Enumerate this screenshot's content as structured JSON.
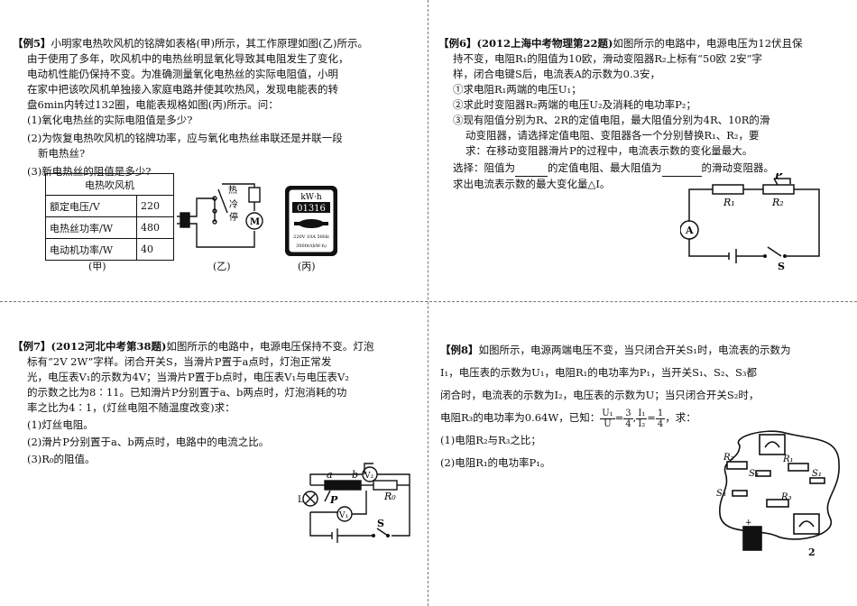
{
  "ex5": {
    "tag": "【例5】",
    "line1": "小明家电热吹风机的铭牌如表格(甲)所示，其工作原理如图(乙)所示。",
    "line2": "由于使用了多年，吹风机中的电热丝明显氧化导致其电阻发生了变化，",
    "line3": "电动机性能仍保持不变。为准确测量氧化电热丝的实际电阻值，小明",
    "line4": "在家中把该吹风机单独接入家庭电路并使其吹热风，发现电能表的转",
    "line5": "盘6min内转过132圈，电能表规格如图(丙)所示。问：",
    "q1": "(1)氧化电热丝的实际电阻值是多少?",
    "q2a": "(2)为恢复电热吹风机的铭牌功率，应与氧化电热丝串联还是并联一段",
    "q2b": "新电热丝?",
    "q3": "(3)新电热丝的阻值是多少?",
    "table": {
      "title": "电热吹风机",
      "rows": [
        {
          "label": "额定电压/V",
          "value": "220"
        },
        {
          "label": "电热丝功率/W",
          "value": "480"
        },
        {
          "label": "电动机功率/W",
          "value": "40"
        }
      ]
    },
    "captions": {
      "jia": "(甲)",
      "yi": "(乙)",
      "bing": "(丙)"
    },
    "circuit_labels": {
      "hot": "热",
      "cold": "冷",
      "stop": "停",
      "motor": "M"
    },
    "meter": {
      "unit": "kW·h",
      "digits": "01316",
      "spec": "220V 10A 50Hz",
      "rate": "3000r/(kW·h)"
    }
  },
  "ex6": {
    "tag": "【例6】",
    "source": "(2012上海中考物理第22题)",
    "line1": "如图所示的电路中，电源电压为12伏且保",
    "line2": "持不变，电阻R₁的阻值为10欧，滑动变阻器R₂上标有“50欧 2安”字",
    "line3": "样，闭合电键S后，电流表A的示数为0.3安，",
    "q1": "①求电阻R₁两端的电压U₁；",
    "q2": "②求此时变阻器R₂两端的电压U₂及消耗的电功率P₂；",
    "q3a": "③现有阻值分别为R、2R的定值电阻，最大阻值分别为4R、10R的滑",
    "q3b": "动变阻器，请选择定值电阻、变阻器各一个分别替换R₁、R₂，要",
    "q3c": "求：在移动变阻器滑片P的过程中，电流表示数的变化量最大。",
    "choose_a": "选择：阻值为",
    "choose_b": "的定值电阻、最大阻值为",
    "choose_c": "的滑动变阻器。",
    "ask": "求出电流表示数的最大变化量△I。",
    "circuit_labels": {
      "p": "P",
      "r1": "R₁",
      "r2": "R₂",
      "ammeter": "A",
      "switch": "S"
    }
  },
  "ex7": {
    "tag": "【例7】",
    "source": "(2012河北中考第38题)",
    "line1": "如图所示的电路中，电源电压保持不变。灯泡",
    "line2": "标有“2V 2W”字样。闭合开关S，当滑片P置于a点时，灯泡正常发",
    "line3": "光，电压表V₁的示数为4V；当滑片P置于b点时，电压表V₁与电压表V₂",
    "line4": "的示数之比为8∶11。已知滑片P分别置于a、b两点时，灯泡消耗的功",
    "line5": "率之比为4∶1，(灯丝电阻不随温度改变)求：",
    "q1": "(1)灯丝电阻。",
    "q2": "(2)滑片P分别置于a、b两点时，电路中的电流之比。",
    "q3": "(3)R₀的阻值。",
    "circuit_labels": {
      "a": "a",
      "b": "b",
      "p": "P",
      "r0": "R₀",
      "lamp": "L",
      "v1": "V₁",
      "v2": "V₂",
      "switch": "S"
    }
  },
  "ex8": {
    "tag": "【例8】",
    "line1": "如图所示，电源两端电压不变，当只闭合开关S₁时，电流表的示数为",
    "line2": "I₁，电压表的示数为U₁，电阻R₁的电功率为P₁，当开关S₁、S₂、S₃都",
    "line3": "闭合时，电流表的示数为I₂，电压表的示数为U；当只闭合开关S₂时，",
    "line4a": "电阻R₃的电功率为0.64W，已知：",
    "frac1": {
      "num": "U₁",
      "den": "U",
      "eq": "=",
      "rnum": "3",
      "rden": "4"
    },
    "frac2": {
      "num": "I₁",
      "den": "I₂",
      "eq": "=",
      "rnum": "1",
      "rden": "4"
    },
    "line4b": "，求：",
    "q1": "(1)电阻R₂与R₃之比；",
    "q2": "(2)电阻R₁的电功率P₁。",
    "fig_labels": {
      "r2": "R₂",
      "s3a": "S₃",
      "r1": "R₁",
      "s1": "S₁",
      "s3b": "S₃",
      "r3": "R₃",
      "plus": "+"
    }
  },
  "page_number": "2"
}
